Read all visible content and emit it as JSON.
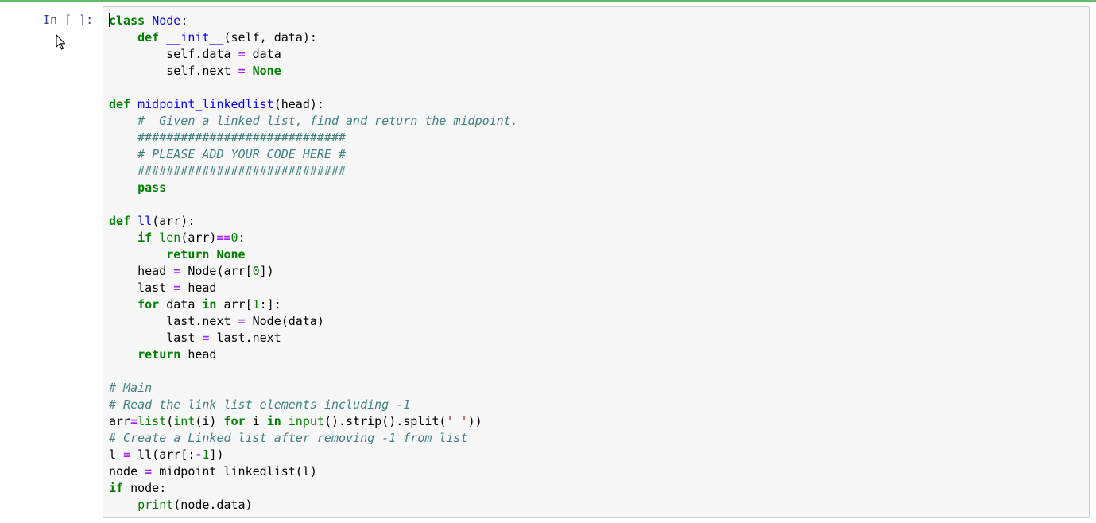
{
  "cell": {
    "prompt": "In [ ]:",
    "code_lines": [
      [
        [
          "caret",
          ""
        ],
        [
          "kw",
          "class"
        ],
        [
          "t",
          " "
        ],
        [
          "def",
          "Node"
        ],
        [
          "t",
          ":"
        ]
      ],
      [
        [
          "t",
          "    "
        ],
        [
          "kw",
          "def"
        ],
        [
          "t",
          " "
        ],
        [
          "def",
          "__init__"
        ],
        [
          "t",
          "(self, data):"
        ]
      ],
      [
        [
          "t",
          "        self.data "
        ],
        [
          "op",
          "="
        ],
        [
          "t",
          " data"
        ]
      ],
      [
        [
          "t",
          "        self.next "
        ],
        [
          "op",
          "="
        ],
        [
          "t",
          " "
        ],
        [
          "kw",
          "None"
        ]
      ],
      [
        [
          "t",
          ""
        ]
      ],
      [
        [
          "kw",
          "def"
        ],
        [
          "t",
          " "
        ],
        [
          "def",
          "midpoint_linkedlist"
        ],
        [
          "t",
          "(head):"
        ]
      ],
      [
        [
          "t",
          "    "
        ],
        [
          "com",
          "#  Given a linked list, find and return the midpoint."
        ]
      ],
      [
        [
          "t",
          "    "
        ],
        [
          "com",
          "#############################"
        ]
      ],
      [
        [
          "t",
          "    "
        ],
        [
          "com",
          "# PLEASE ADD YOUR CODE HERE #"
        ]
      ],
      [
        [
          "t",
          "    "
        ],
        [
          "com",
          "#############################"
        ]
      ],
      [
        [
          "t",
          "    "
        ],
        [
          "kw",
          "pass"
        ]
      ],
      [
        [
          "t",
          ""
        ]
      ],
      [
        [
          "kw",
          "def"
        ],
        [
          "t",
          " "
        ],
        [
          "def",
          "ll"
        ],
        [
          "t",
          "(arr):"
        ]
      ],
      [
        [
          "t",
          "    "
        ],
        [
          "kw",
          "if"
        ],
        [
          "t",
          " "
        ],
        [
          "bi",
          "len"
        ],
        [
          "t",
          "(arr)"
        ],
        [
          "op",
          "=="
        ],
        [
          "num",
          "0"
        ],
        [
          "t",
          ":"
        ]
      ],
      [
        [
          "t",
          "        "
        ],
        [
          "kw",
          "return"
        ],
        [
          "t",
          " "
        ],
        [
          "kw",
          "None"
        ]
      ],
      [
        [
          "t",
          "    head "
        ],
        [
          "op",
          "="
        ],
        [
          "t",
          " Node(arr["
        ],
        [
          "num",
          "0"
        ],
        [
          "t",
          "])"
        ]
      ],
      [
        [
          "t",
          "    last "
        ],
        [
          "op",
          "="
        ],
        [
          "t",
          " head"
        ]
      ],
      [
        [
          "t",
          "    "
        ],
        [
          "kw",
          "for"
        ],
        [
          "t",
          " data "
        ],
        [
          "kw",
          "in"
        ],
        [
          "t",
          " arr["
        ],
        [
          "num",
          "1"
        ],
        [
          "t",
          ":]:"
        ]
      ],
      [
        [
          "t",
          "        last.next "
        ],
        [
          "op",
          "="
        ],
        [
          "t",
          " Node(data)"
        ]
      ],
      [
        [
          "t",
          "        last "
        ],
        [
          "op",
          "="
        ],
        [
          "t",
          " last.next"
        ]
      ],
      [
        [
          "t",
          "    "
        ],
        [
          "kw",
          "return"
        ],
        [
          "t",
          " head"
        ]
      ],
      [
        [
          "t",
          ""
        ]
      ],
      [
        [
          "com",
          "# Main"
        ]
      ],
      [
        [
          "com",
          "# Read the link list elements including -1"
        ]
      ],
      [
        [
          "t",
          "arr"
        ],
        [
          "op",
          "="
        ],
        [
          "bi",
          "list"
        ],
        [
          "t",
          "("
        ],
        [
          "bi",
          "int"
        ],
        [
          "t",
          "(i) "
        ],
        [
          "kw",
          "for"
        ],
        [
          "t",
          " i "
        ],
        [
          "kw",
          "in"
        ],
        [
          "t",
          " "
        ],
        [
          "bi",
          "input"
        ],
        [
          "t",
          "().strip().split("
        ],
        [
          "str",
          "' '"
        ],
        [
          "t",
          "))"
        ]
      ],
      [
        [
          "com",
          "# Create a Linked list after removing -1 from list"
        ]
      ],
      [
        [
          "t",
          "l "
        ],
        [
          "op",
          "="
        ],
        [
          "t",
          " ll(arr[:"
        ],
        [
          "op",
          "-"
        ],
        [
          "num",
          "1"
        ],
        [
          "t",
          "])"
        ]
      ],
      [
        [
          "t",
          "node "
        ],
        [
          "op",
          "="
        ],
        [
          "t",
          " midpoint_linkedlist(l)"
        ]
      ],
      [
        [
          "kw",
          "if"
        ],
        [
          "t",
          " node:"
        ]
      ],
      [
        [
          "t",
          "    "
        ],
        [
          "bi",
          "print"
        ],
        [
          "t",
          "(node.data)"
        ]
      ]
    ]
  },
  "colors": {
    "prompt": "#303f9f",
    "keyword": "#008000",
    "definition": "#0000ff",
    "operator": "#aa22ff",
    "string": "#ba2121",
    "comment": "#408080",
    "cell_background": "#f7f7f7",
    "cell_border": "#cfcfcf",
    "selected_bar": "#66bb6a"
  },
  "icons": {
    "mouse_pointer": "arrow-cursor-icon"
  }
}
